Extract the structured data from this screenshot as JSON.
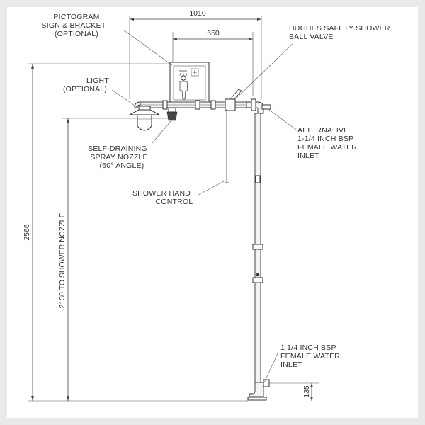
{
  "labels": {
    "pictogram_1": "PICTOGRAM",
    "pictogram_2": "SIGN & BRACKET",
    "pictogram_3": "(OPTIONAL)",
    "light_1": "LIGHT",
    "light_2": "(OPTIONAL)",
    "nozzle_1": "SELF-DRAINING",
    "nozzle_2": "SPRAY NOZZLE",
    "nozzle_3": "(60° ANGLE)",
    "hand_1": "SHOWER HAND",
    "hand_2": "CONTROL",
    "valve_1": "HUGHES SAFETY SHOWER",
    "valve_2": "BALL VALVE",
    "alt_1": "ALTERNATIVE",
    "alt_2": "1-1/4 INCH BSP",
    "alt_3": "FEMALE WATER",
    "alt_4": "INLET",
    "inlet_1": "1 1/4 INCH BSP",
    "inlet_2": "FEMALE WATER",
    "inlet_3": "INLET"
  },
  "dimensions": {
    "overall_width": "1010",
    "sign_width": "650",
    "overall_height": "2566",
    "nozzle_height": "2130 TO SHOWER NOZZLE",
    "inlet_height": "135"
  },
  "colors": {
    "background": "#e9e9e9",
    "paper": "#ffffff",
    "line": "#333333"
  }
}
